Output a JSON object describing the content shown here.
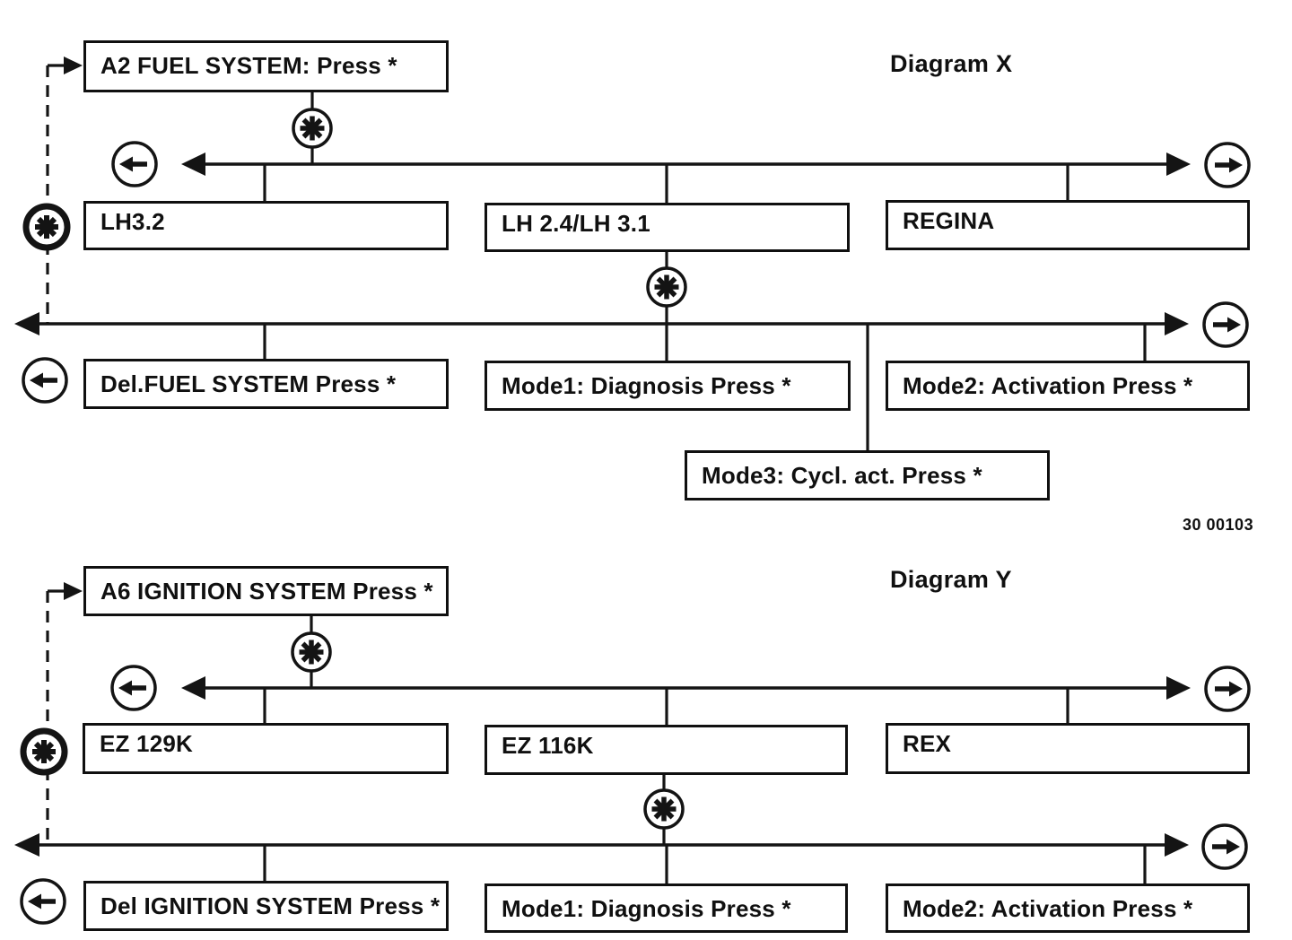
{
  "page": {
    "kind": "scanned service manual menu diagram",
    "colors": {
      "ink": "#101010",
      "paper": "#ffffff"
    },
    "figure_number": "30 00103"
  },
  "icons": {
    "asterisk-node-icon": "✳",
    "asterisk-node-bold-icon": "✳",
    "scroll-left-icon": "←",
    "scroll-right-icon": "→",
    "jump-arrowhead-icon": "➤"
  },
  "diagram_x": {
    "title": "Diagram X",
    "root": "A2 FUEL SYSTEM: Press *",
    "systems": [
      "LH3.2",
      "LH 2.4/LH 3.1",
      "REGINA"
    ],
    "functions": [
      "Del.FUEL SYSTEM Press *",
      "Mode1: Diagnosis Press *",
      "Mode2: Activation Press *"
    ],
    "extra_function": "Mode3: Cycl. act. Press *"
  },
  "diagram_y": {
    "title": "Diagram Y",
    "root": "A6 IGNITION SYSTEM Press *",
    "systems": [
      "EZ 129K",
      "EZ 116K",
      "REX"
    ],
    "functions": [
      "Del IGNITION SYSTEM Press *",
      "Mode1: Diagnosis Press *",
      "Mode2: Activation Press *"
    ]
  }
}
